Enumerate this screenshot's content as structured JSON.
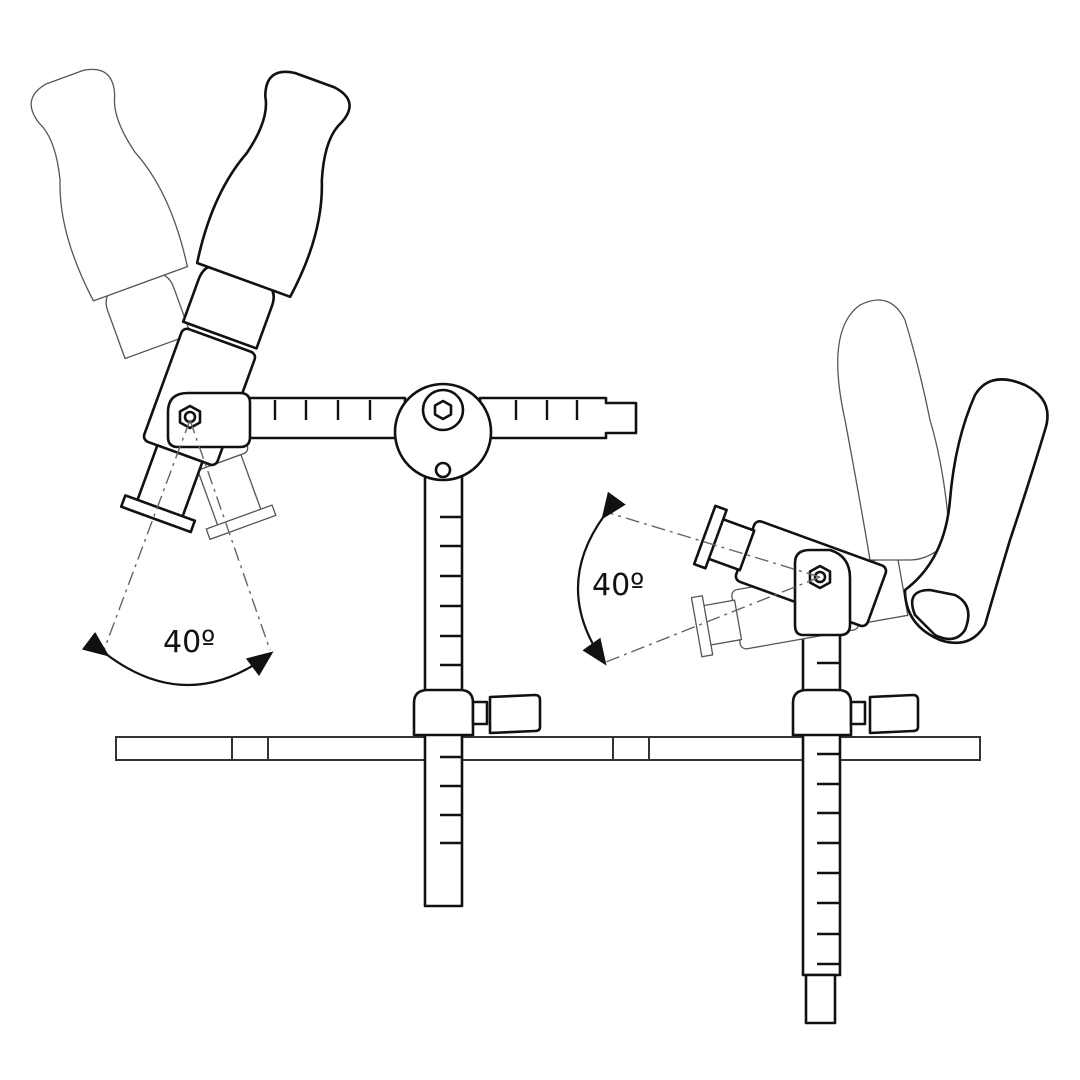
{
  "figure": {
    "type": "technical-line-drawing",
    "description": "Adjustable ruler-arm holder with rotating joints, shown in two configurations with a 40 degree swivel range",
    "background": "#ffffff",
    "line_color": "#111111"
  },
  "annotations": {
    "left_angle": {
      "label": "40º",
      "meaning": "swivel range of the left clamp head"
    },
    "right_angle": {
      "label": "40º",
      "meaning": "tilt range of the right clamp head"
    }
  },
  "parts": {
    "base_rail": "horizontal mounting rail",
    "left_assembly": [
      "graduated vertical post",
      "central hub with hex screw",
      "graduated horizontal arm",
      "rotating clamp head with handle (two positions)",
      "thumb screw"
    ],
    "right_assembly": [
      "graduated vertical post",
      "tilting clamp head with handle (two positions)",
      "thumb screw"
    ]
  }
}
